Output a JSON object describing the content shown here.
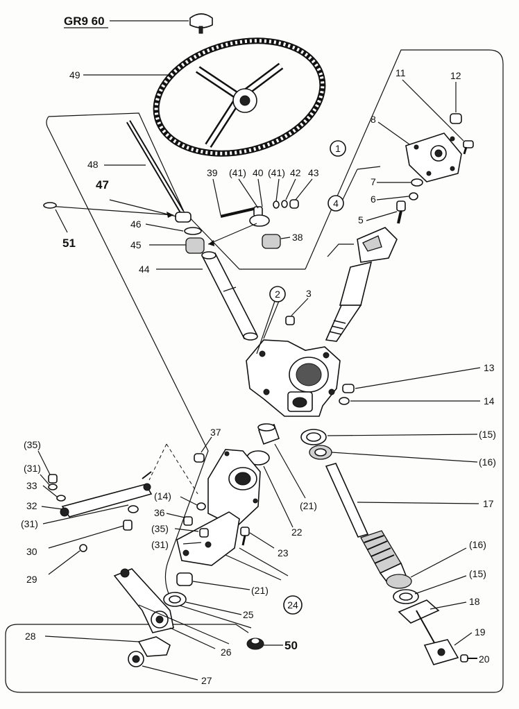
{
  "diagram": {
    "header_code": "GR9 60",
    "callouts": [
      {
        "id": "c1",
        "text": "1"
      },
      {
        "id": "c2",
        "text": "2"
      },
      {
        "id": "c4",
        "text": "4"
      },
      {
        "id": "c24",
        "text": "24"
      }
    ],
    "labels": [
      {
        "id": "l49",
        "text": "49"
      },
      {
        "id": "l11",
        "text": "11"
      },
      {
        "id": "l12",
        "text": "12"
      },
      {
        "id": "l8",
        "text": "8"
      },
      {
        "id": "l48",
        "text": "48"
      },
      {
        "id": "l39",
        "text": "39"
      },
      {
        "id": "l41a",
        "text": "(41)"
      },
      {
        "id": "l40",
        "text": "40"
      },
      {
        "id": "l41b",
        "text": "(41)"
      },
      {
        "id": "l42",
        "text": "42"
      },
      {
        "id": "l43",
        "text": "43"
      },
      {
        "id": "l7",
        "text": "7"
      },
      {
        "id": "l6",
        "text": "6"
      },
      {
        "id": "l5",
        "text": "5"
      },
      {
        "id": "l47",
        "text": "47"
      },
      {
        "id": "l46",
        "text": "46"
      },
      {
        "id": "l45",
        "text": "45"
      },
      {
        "id": "l51",
        "text": "51"
      },
      {
        "id": "l38",
        "text": "38"
      },
      {
        "id": "l44",
        "text": "44"
      },
      {
        "id": "l3",
        "text": "3"
      },
      {
        "id": "l13",
        "text": "13"
      },
      {
        "id": "l14",
        "text": "14"
      },
      {
        "id": "l37",
        "text": "37"
      },
      {
        "id": "l15a",
        "text": "(15)"
      },
      {
        "id": "l16a",
        "text": "(16)"
      },
      {
        "id": "l35a",
        "text": "(35)"
      },
      {
        "id": "l31a",
        "text": "(31)"
      },
      {
        "id": "l33",
        "text": "33"
      },
      {
        "id": "l32",
        "text": "32"
      },
      {
        "id": "l31b",
        "text": "(31)"
      },
      {
        "id": "l30",
        "text": "30"
      },
      {
        "id": "l14b",
        "text": "(14)"
      },
      {
        "id": "l36",
        "text": "36"
      },
      {
        "id": "l35b",
        "text": "(35)"
      },
      {
        "id": "l31c",
        "text": "(31)"
      },
      {
        "id": "l21a",
        "text": "(21)"
      },
      {
        "id": "l22",
        "text": "22"
      },
      {
        "id": "l17",
        "text": "17"
      },
      {
        "id": "l23",
        "text": "23"
      },
      {
        "id": "l29",
        "text": "29"
      },
      {
        "id": "l16b",
        "text": "(16)"
      },
      {
        "id": "l15b",
        "text": "(15)"
      },
      {
        "id": "l21b",
        "text": "(21)"
      },
      {
        "id": "l18",
        "text": "18"
      },
      {
        "id": "l25",
        "text": "25"
      },
      {
        "id": "l19",
        "text": "19"
      },
      {
        "id": "l28",
        "text": "28"
      },
      {
        "id": "l26",
        "text": "26"
      },
      {
        "id": "l50",
        "text": "50"
      },
      {
        "id": "l20",
        "text": "20"
      },
      {
        "id": "l27",
        "text": "27"
      }
    ]
  }
}
